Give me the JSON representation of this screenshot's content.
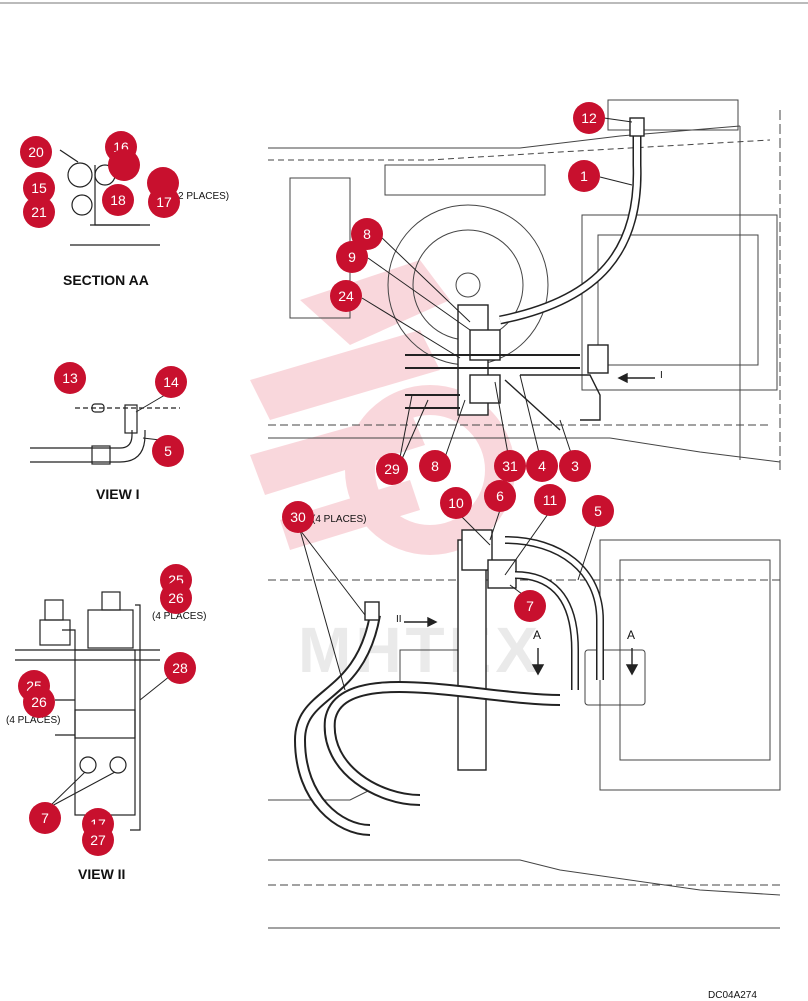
{
  "captions": {
    "section_aa": "SECTION AA",
    "view_i": "VIEW I",
    "view_ii": "VIEW II"
  },
  "notes": {
    "places_aa": "2 PLACES)",
    "places_ii_a": "(4 PLACES)",
    "places_ii_b": "(4 PLACES)",
    "places_30": "(4 PLACES)",
    "arrow_i": "I",
    "arrow_ii": "II",
    "section_a1": "A",
    "section_a2": "A"
  },
  "drawing_code": "DC04A274",
  "watermark": "MHTEX",
  "callout_color": "#c8102e",
  "callouts": [
    {
      "id": "c20",
      "text": "20"
    },
    {
      "id": "c16",
      "text": "16"
    },
    {
      "id": "c15",
      "text": "15"
    },
    {
      "id": "c19",
      "text": ""
    },
    {
      "id": "c21",
      "text": "21"
    },
    {
      "id": "c18",
      "text": "18"
    },
    {
      "id": "c22",
      "text": ""
    },
    {
      "id": "c17a",
      "text": "17"
    },
    {
      "id": "c13",
      "text": "13"
    },
    {
      "id": "c14",
      "text": "14"
    },
    {
      "id": "c5a",
      "text": "5"
    },
    {
      "id": "c25a",
      "text": "25"
    },
    {
      "id": "c26a",
      "text": "26"
    },
    {
      "id": "c28",
      "text": "28"
    },
    {
      "id": "c25b",
      "text": "25"
    },
    {
      "id": "c26b",
      "text": "26"
    },
    {
      "id": "c7a",
      "text": "7"
    },
    {
      "id": "c17b",
      "text": "17"
    },
    {
      "id": "c27",
      "text": "27"
    },
    {
      "id": "c12",
      "text": "12"
    },
    {
      "id": "c1",
      "text": "1"
    },
    {
      "id": "c8a",
      "text": "8"
    },
    {
      "id": "c9",
      "text": "9"
    },
    {
      "id": "c24",
      "text": "24"
    },
    {
      "id": "c29",
      "text": "29"
    },
    {
      "id": "c8b",
      "text": "8"
    },
    {
      "id": "c31",
      "text": "31"
    },
    {
      "id": "c4",
      "text": "4"
    },
    {
      "id": "c3",
      "text": "3"
    },
    {
      "id": "c30",
      "text": "30"
    },
    {
      "id": "c10",
      "text": "10"
    },
    {
      "id": "c6",
      "text": "6"
    },
    {
      "id": "c11",
      "text": "11"
    },
    {
      "id": "c5b",
      "text": "5"
    },
    {
      "id": "c7b",
      "text": "7"
    }
  ]
}
